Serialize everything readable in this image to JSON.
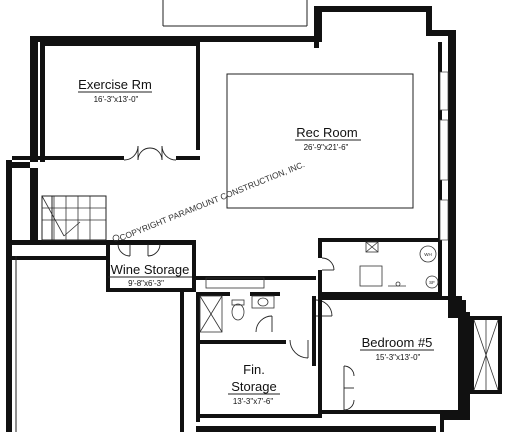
{
  "rooms": {
    "exercise": {
      "name": "Exercise Rm",
      "dims": "16'-3\"x13'-0\""
    },
    "rec": {
      "name": "Rec Room",
      "dims": "26'-9\"x21'-6\""
    },
    "wine": {
      "name": "Wine Storage",
      "dims": "9'-8\"x6'-3\""
    },
    "bedroom": {
      "name": "Bedroom #5",
      "dims": "15'-3\"x13'-0\""
    },
    "storage": {
      "name_line1": "Fin.",
      "name_line2": "Storage",
      "dims": "13'-3\"x7'-6\""
    }
  },
  "fixtures": {
    "water_heater": "WH",
    "softener": "SF"
  },
  "watermark": "COPYRIGHT PARAMOUNT CONSTRUCTION, INC.",
  "colors": {
    "wall": "#111111",
    "line": "#222222",
    "background": "#ffffff"
  }
}
